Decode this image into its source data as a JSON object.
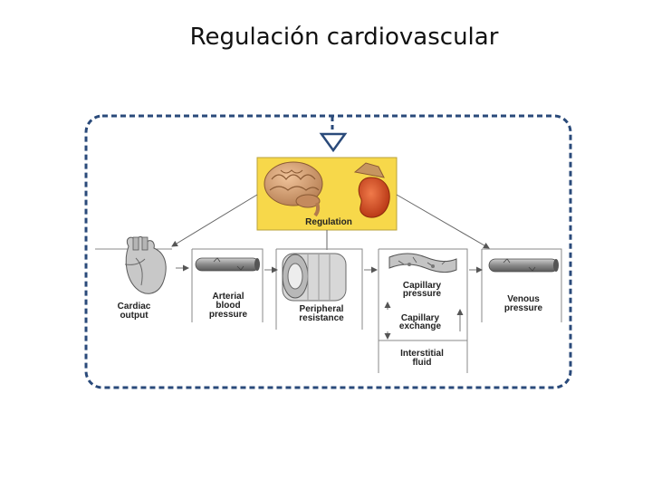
{
  "title": "Regulación cardiovascular",
  "labels": {
    "regulation": "Regulation",
    "cardiac_output": [
      "Cardiac",
      "output"
    ],
    "arterial_bp": [
      "Arterial",
      "blood",
      "pressure"
    ],
    "peripheral_resistance": [
      "Peripheral",
      "resistance"
    ],
    "capillary_pressure": [
      "Capillary",
      "pressure"
    ],
    "capillary_exchange": [
      "Capillary",
      "exchange"
    ],
    "interstitial_fluid": [
      "Interstitial",
      "fluid"
    ],
    "venous_pressure": [
      "Venous",
      "pressure"
    ]
  },
  "colors": {
    "dash_border": "#2a4a7a",
    "regulation_bg": "#f7d84a",
    "brain": "#d9a47a",
    "kidney": "#d8401e",
    "vessel": "#8a8a8a"
  }
}
